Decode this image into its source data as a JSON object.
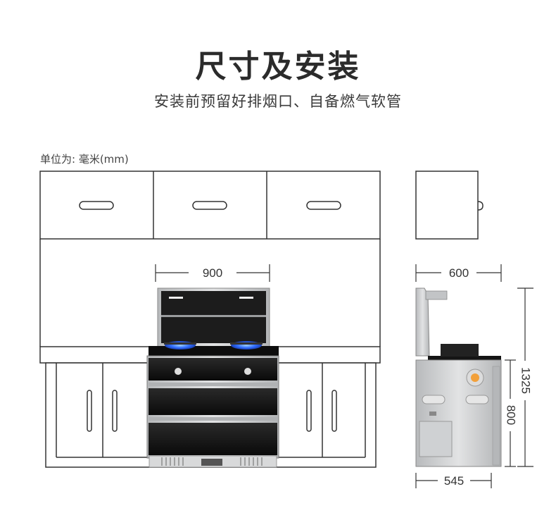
{
  "header": {
    "title": "尺寸及安装",
    "subtitle": "安装前预留好排烟口、自备燃气软管"
  },
  "unit_label": "单位为: 毫米(mm)",
  "dimensions": {
    "width_front": "900",
    "depth_top": "600",
    "height_total": "1325",
    "height_body": "800",
    "depth_bottom": "545"
  },
  "colors": {
    "line": "#333333",
    "glass": "#111111",
    "steel": "#c9cbcd",
    "flame": "#2f6bff"
  }
}
